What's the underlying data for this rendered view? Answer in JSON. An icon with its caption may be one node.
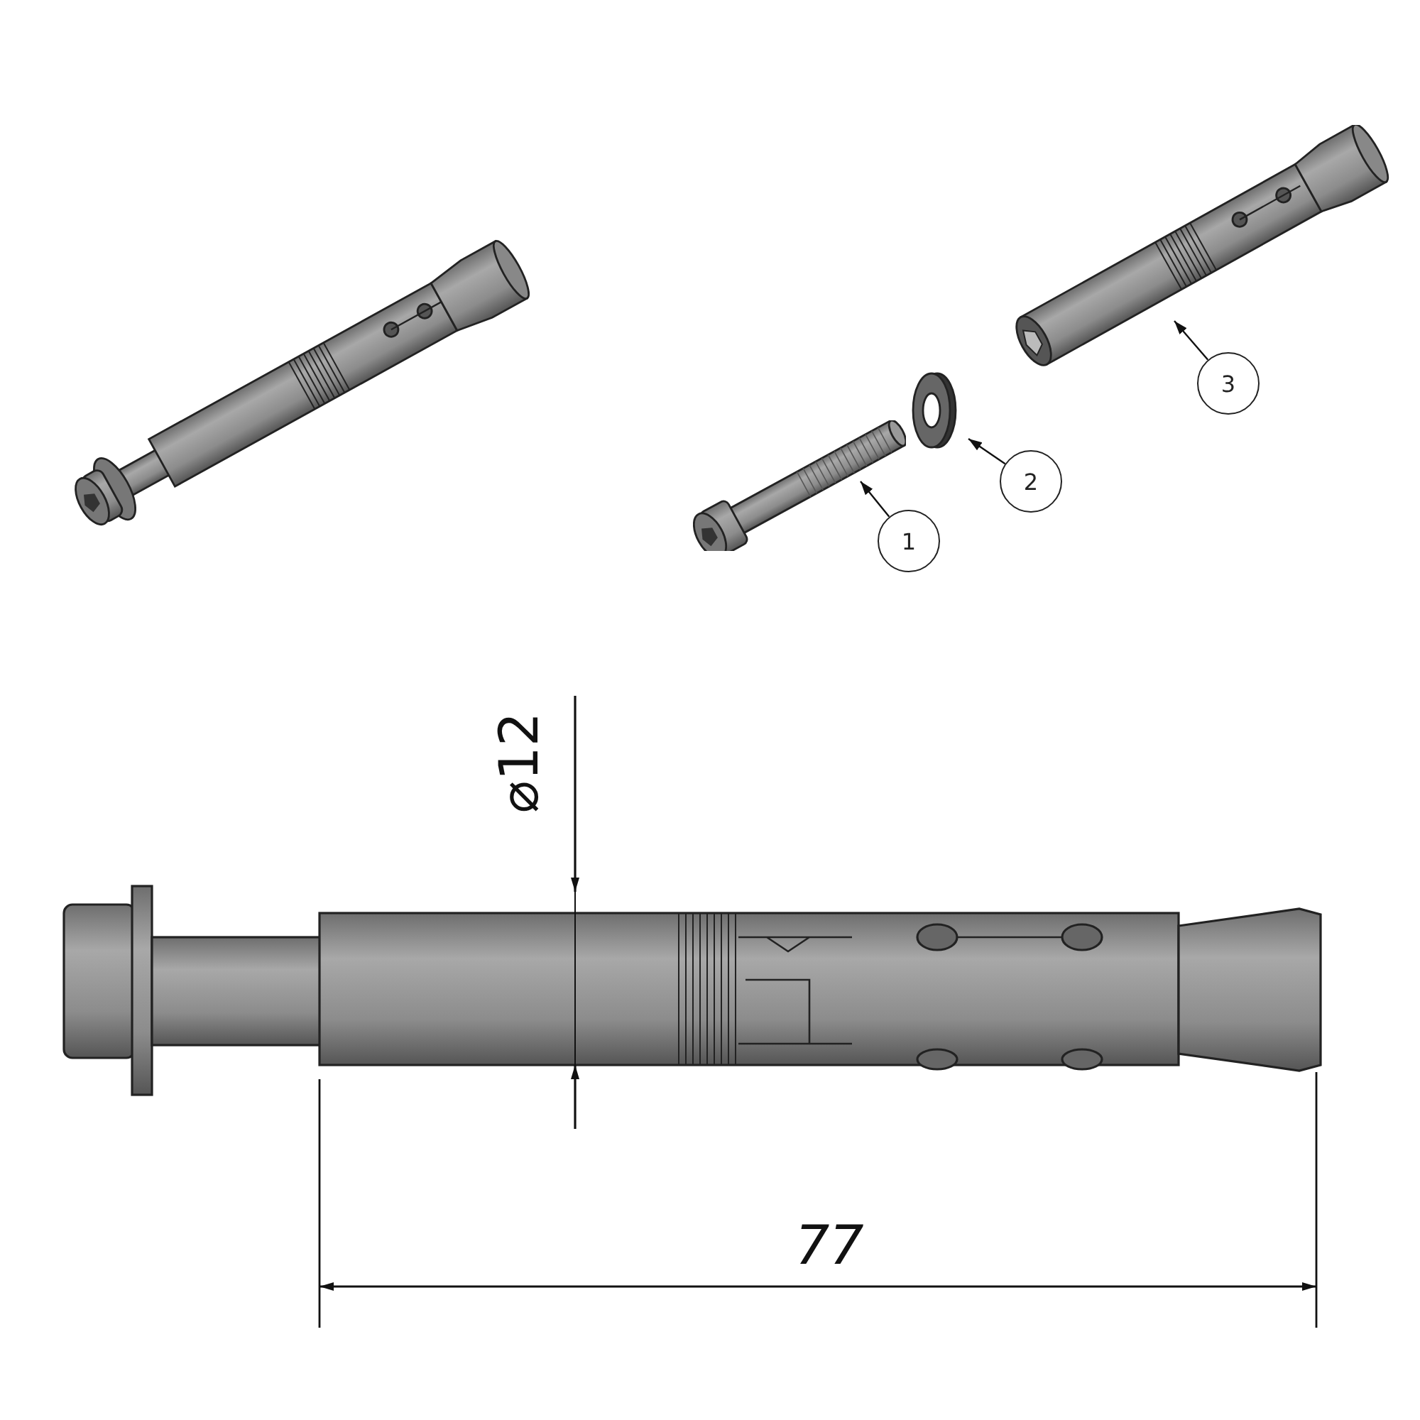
{
  "diagram": {
    "nodes": [
      {
        "text": [
          "1"
        ]
      },
      {
        "text": [
          "2"
        ]
      },
      {
        "text": [
          "3"
        ]
      },
      {
        "text": [],
        "shape": "picture"
      },
      {
        "text": [],
        "shape": "picture"
      },
      {
        "text": [],
        "shape": "picture"
      }
    ],
    "edges": [
      {
        "from": 0,
        "to": 3,
        "arrow": "to"
      },
      {
        "from": 1,
        "to": 4,
        "arrow": "to"
      },
      {
        "from": 2,
        "to": 5,
        "arrow": "to"
      }
    ],
    "labels": [
      "⌀12",
      "77"
    ]
  }
}
